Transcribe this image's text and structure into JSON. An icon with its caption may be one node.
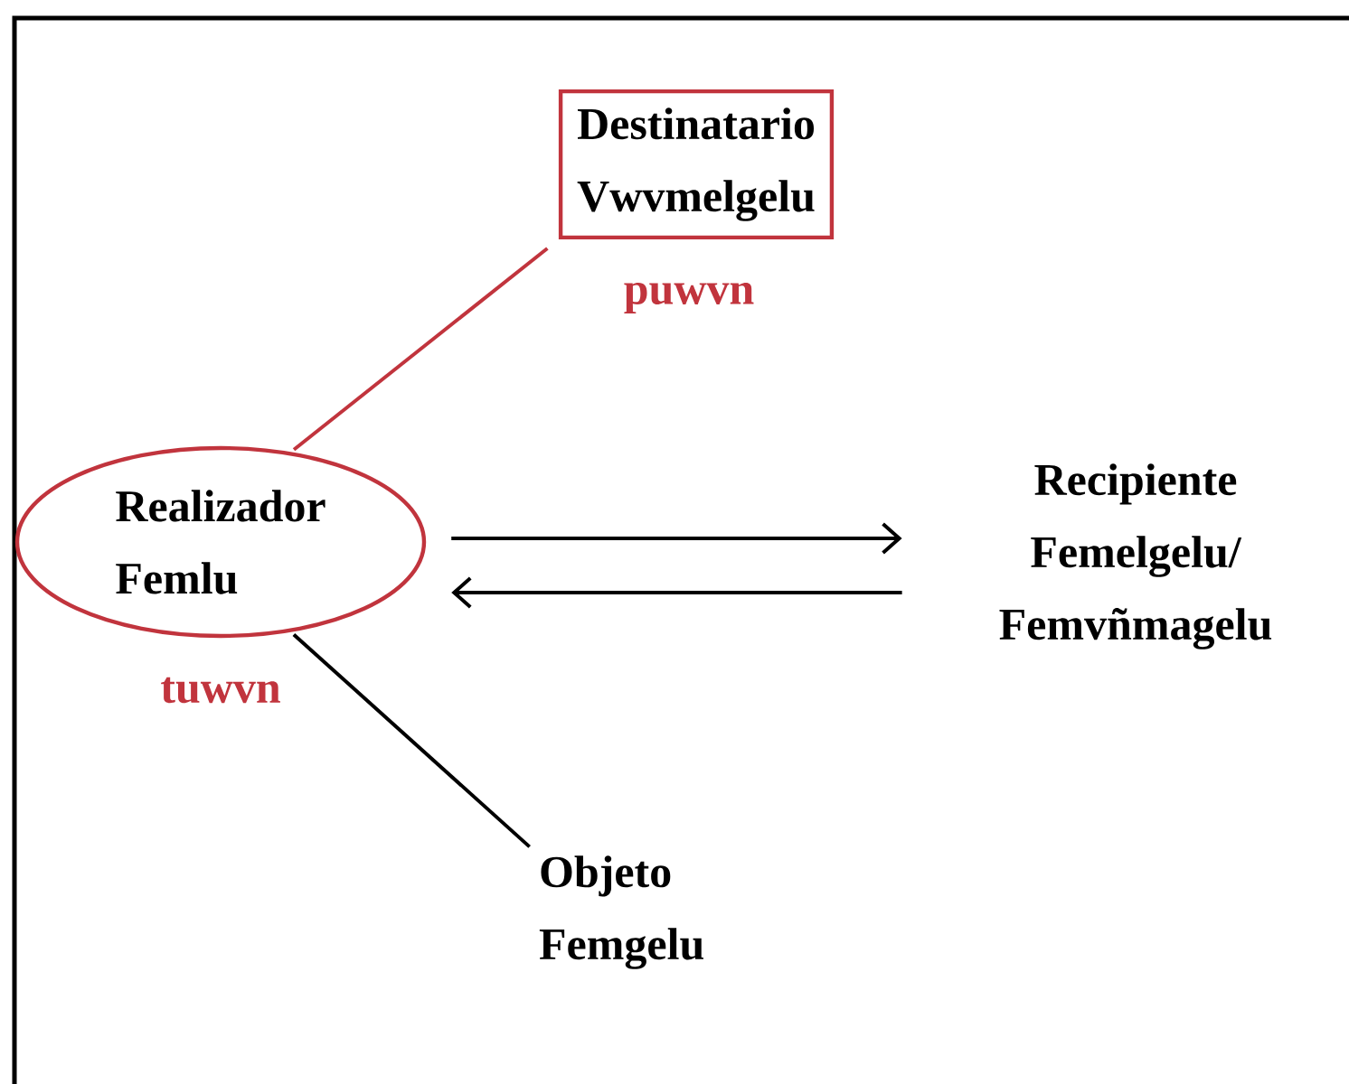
{
  "diagram": {
    "nodes": [
      {
        "text": [
          "Destinatario",
          "Vwvmelgelu"
        ],
        "beside": [
          "puwvn"
        ]
      },
      {
        "text": [
          "Realizador",
          "Femlu"
        ],
        "beside": [
          "tuwvn"
        ]
      },
      {
        "text": [
          "Recipiente",
          "Femelgelu/ Femvñmagelu"
        ]
      },
      {
        "text": [
          "Objeto",
          "Femgelu"
        ]
      }
    ],
    "edges": [
      {
        "from": 1,
        "to": 0,
        "arrow": "none",
        "color": "#c1343d"
      },
      {
        "from": 1,
        "to": 2,
        "arrow": "to"
      },
      {
        "from": 2,
        "to": 1,
        "arrow": "to"
      },
      {
        "from": 1,
        "to": 3,
        "arrow": "none"
      }
    ]
  }
}
